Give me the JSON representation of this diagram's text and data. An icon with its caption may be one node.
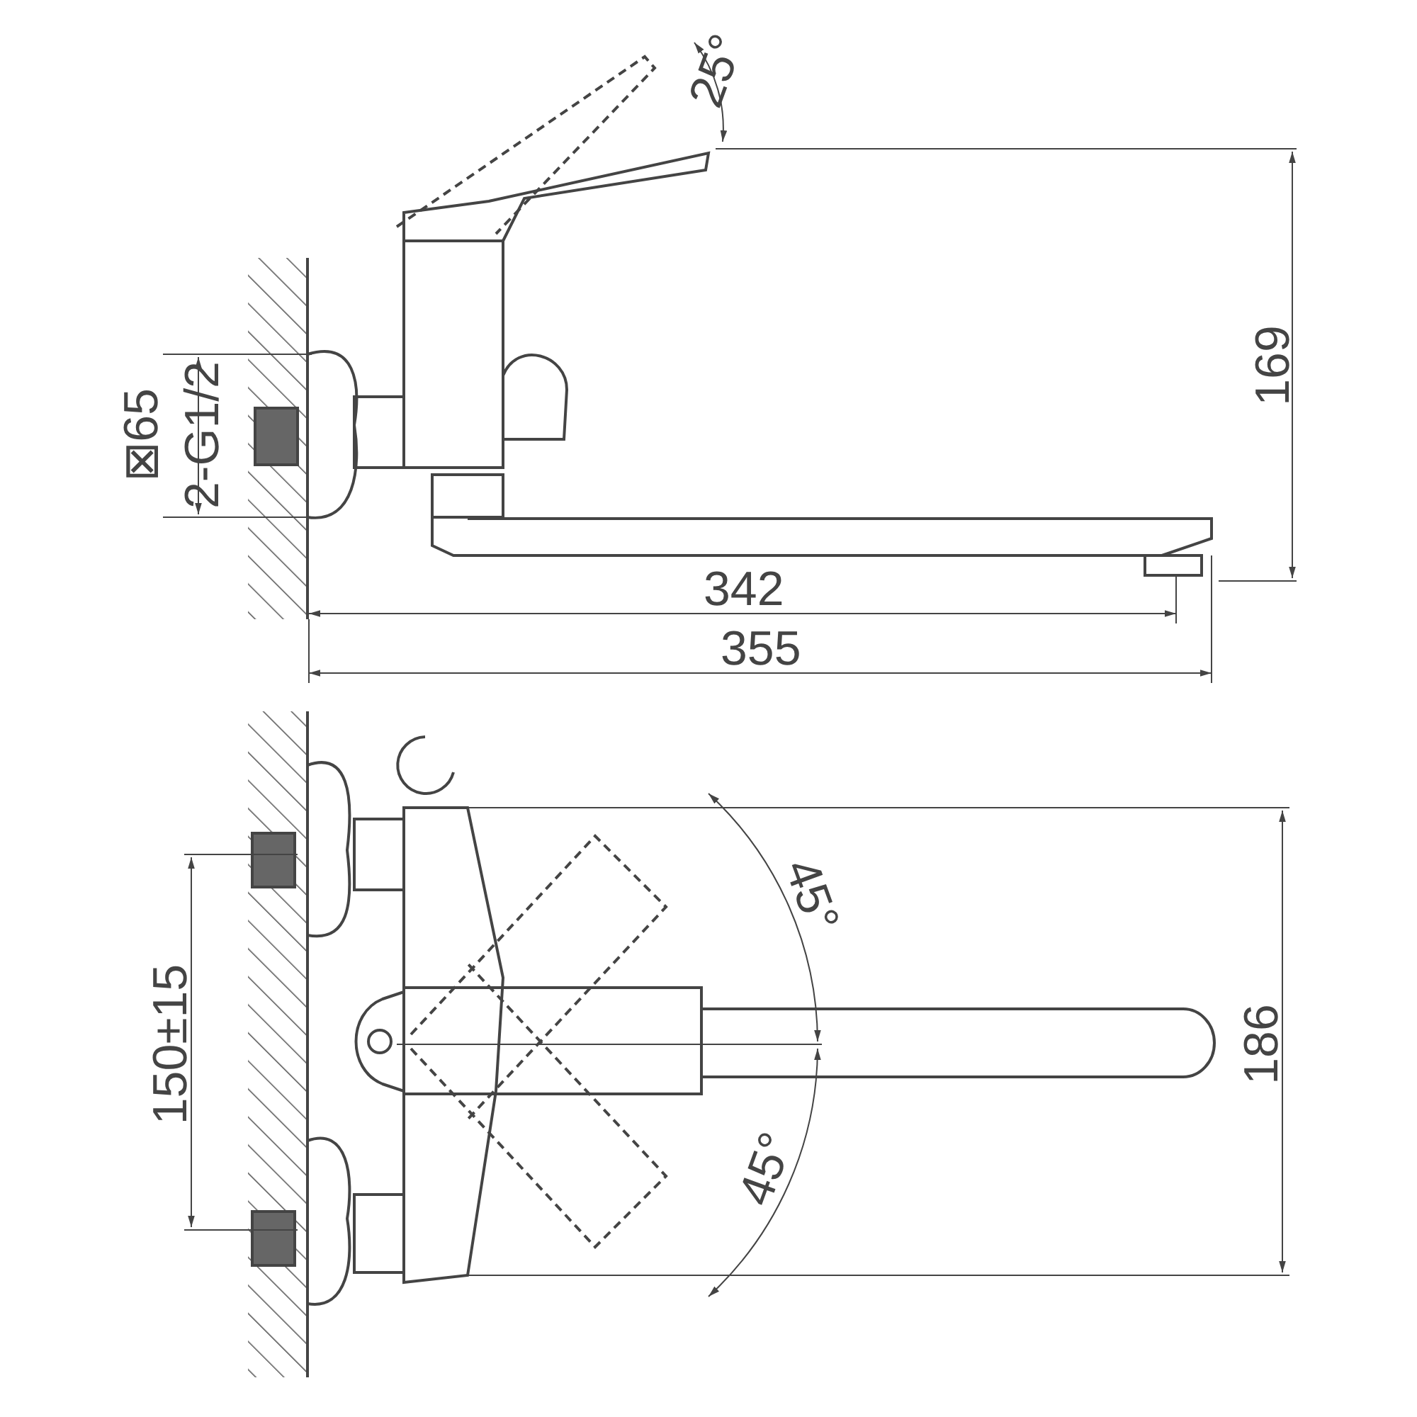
{
  "diagram": {
    "labels": [
      "25°",
      "169",
      "⊠65",
      "2-G1/2",
      "342",
      "355",
      "45°",
      "45°",
      "150±15",
      "186"
    ]
  }
}
